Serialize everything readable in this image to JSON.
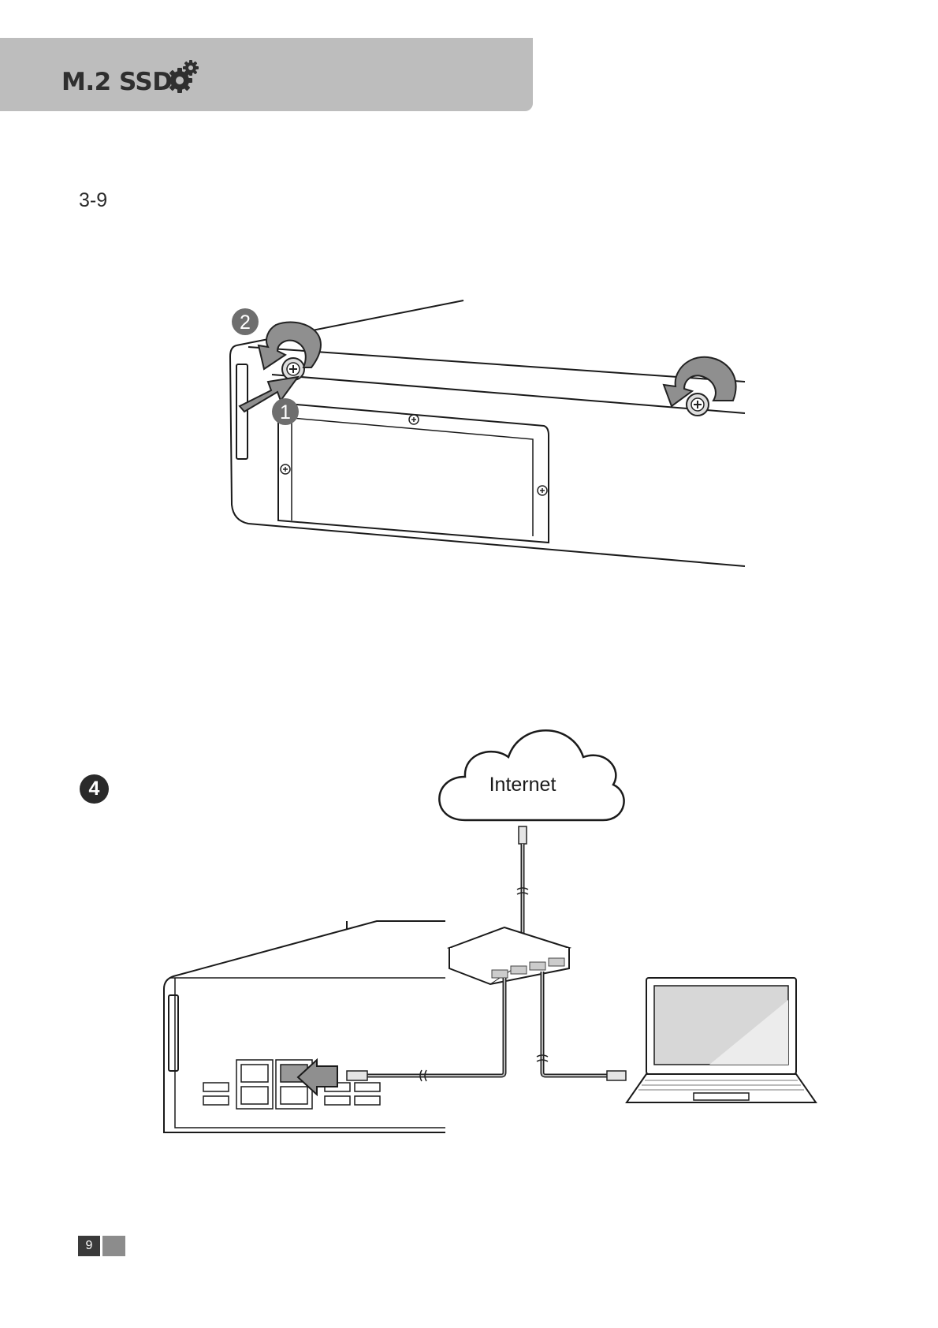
{
  "header": {
    "title": "M.2 SSD",
    "icon": "gear-icon"
  },
  "step3": {
    "label": "3-9",
    "callout_1": "1",
    "callout_2": "2"
  },
  "step4": {
    "badge": "4",
    "cloud_label": "Internet"
  },
  "footer": {
    "page_number": "9"
  },
  "colors": {
    "header_band": "#bdbdbd",
    "callout": "#6e6e6e",
    "arrow": "#8f8f8f"
  }
}
